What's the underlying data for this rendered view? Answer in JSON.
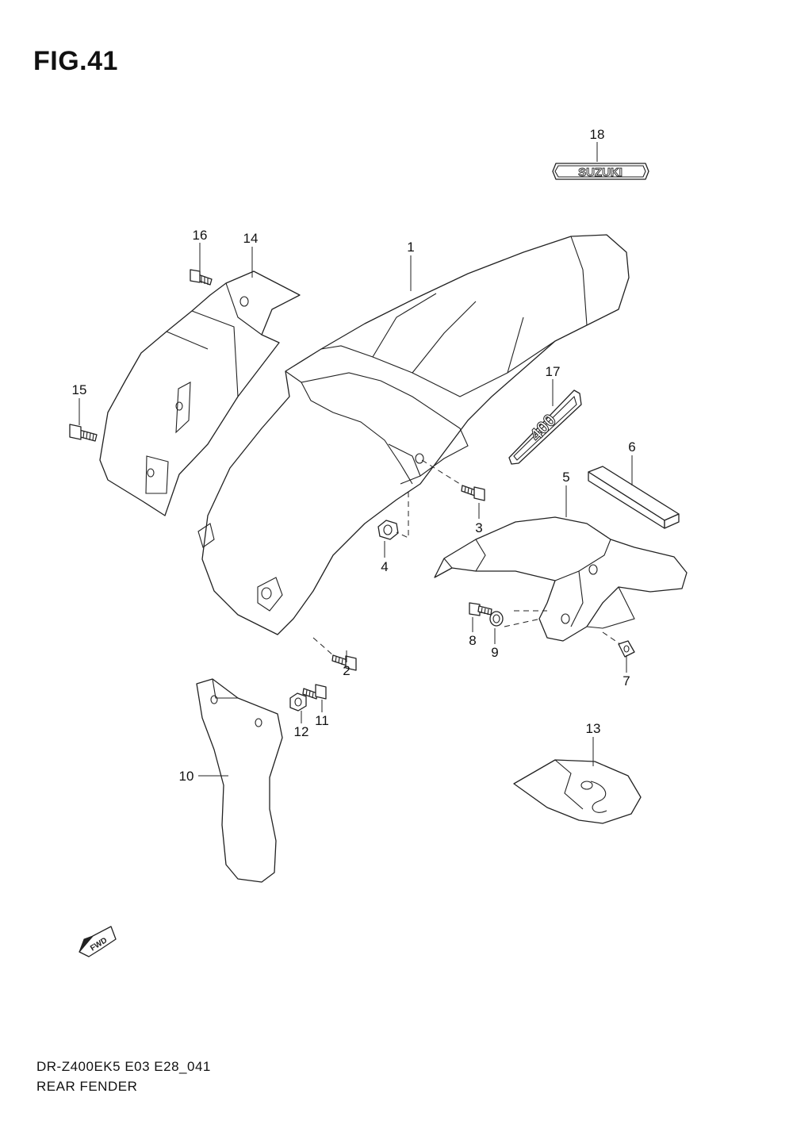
{
  "figure": {
    "title": "FIG.41",
    "model_code": "DR-Z400EK5 E03 E28_041",
    "section_name": "REAR FENDER"
  },
  "callouts": [
    {
      "id": "1",
      "label": "1"
    },
    {
      "id": "2",
      "label": "2"
    },
    {
      "id": "3",
      "label": "3"
    },
    {
      "id": "4",
      "label": "4"
    },
    {
      "id": "5",
      "label": "5"
    },
    {
      "id": "6",
      "label": "6"
    },
    {
      "id": "7",
      "label": "7"
    },
    {
      "id": "8",
      "label": "8"
    },
    {
      "id": "9",
      "label": "9"
    },
    {
      "id": "10",
      "label": "10"
    },
    {
      "id": "11",
      "label": "11"
    },
    {
      "id": "12",
      "label": "12"
    },
    {
      "id": "13",
      "label": "13"
    },
    {
      "id": "14",
      "label": "14"
    },
    {
      "id": "15",
      "label": "15"
    },
    {
      "id": "16",
      "label": "16"
    },
    {
      "id": "17",
      "label": "17"
    },
    {
      "id": "18",
      "label": "18"
    }
  ],
  "decals": {
    "brand_emblem": "SUZUKI",
    "model_emblem": "400",
    "direction_arrow": "FWD"
  },
  "colors": {
    "line": "#222222",
    "background": "#ffffff"
  }
}
